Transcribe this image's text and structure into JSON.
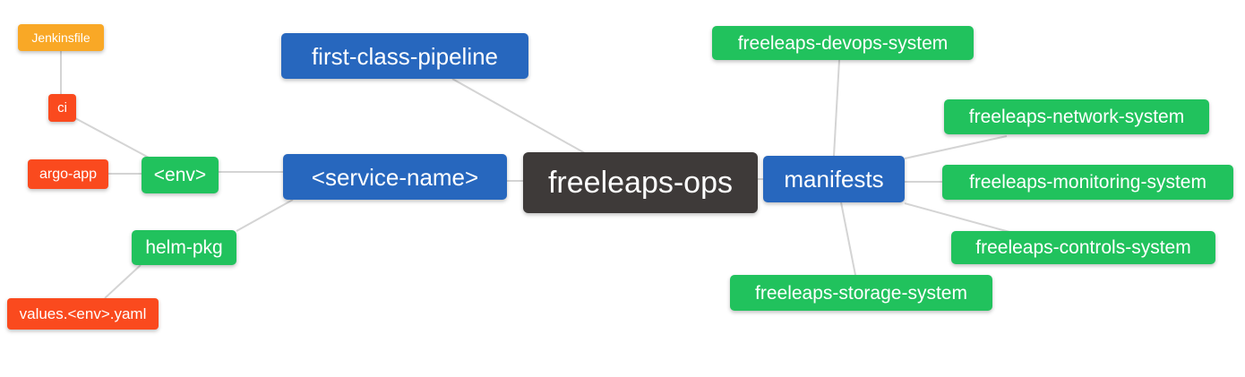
{
  "diagram": {
    "type": "mindmap",
    "root_label": "freeleaps-ops",
    "nodes": [
      {
        "id": "jenkinsfile",
        "label": "Jenkinsfile",
        "color": "#f9a826"
      },
      {
        "id": "ci",
        "label": "ci",
        "color": "#fa4a1e"
      },
      {
        "id": "argo-app",
        "label": "argo-app",
        "color": "#fa4a1e"
      },
      {
        "id": "env",
        "label": "<env>",
        "color": "#21c25d"
      },
      {
        "id": "helm-pkg",
        "label": "helm-pkg",
        "color": "#21c25d"
      },
      {
        "id": "values-env-yaml",
        "label": "values.<env>.yaml",
        "color": "#fa4a1e"
      },
      {
        "id": "first-class-pipeline",
        "label": "first-class-pipeline",
        "color": "#2767be"
      },
      {
        "id": "service-name",
        "label": "<service-name>",
        "color": "#2767be"
      },
      {
        "id": "freeleaps-ops",
        "label": "freeleaps-ops",
        "color": "#3e3a39"
      },
      {
        "id": "manifests",
        "label": "manifests",
        "color": "#2767be"
      },
      {
        "id": "freeleaps-devops-system",
        "label": "freeleaps-devops-system",
        "color": "#21c25d"
      },
      {
        "id": "freeleaps-network-system",
        "label": "freeleaps-network-system",
        "color": "#21c25d"
      },
      {
        "id": "freeleaps-monitoring-system",
        "label": "freeleaps-monitoring-system",
        "color": "#21c25d"
      },
      {
        "id": "freeleaps-controls-system",
        "label": "freeleaps-controls-system",
        "color": "#21c25d"
      },
      {
        "id": "freeleaps-storage-system",
        "label": "freeleaps-storage-system",
        "color": "#21c25d"
      }
    ],
    "edges": [
      {
        "from": "jenkinsfile",
        "to": "ci"
      },
      {
        "from": "ci",
        "to": "env"
      },
      {
        "from": "argo-app",
        "to": "env"
      },
      {
        "from": "env",
        "to": "service-name"
      },
      {
        "from": "service-name",
        "to": "helm-pkg"
      },
      {
        "from": "helm-pkg",
        "to": "values-env-yaml"
      },
      {
        "from": "first-class-pipeline",
        "to": "freeleaps-ops"
      },
      {
        "from": "service-name",
        "to": "freeleaps-ops"
      },
      {
        "from": "freeleaps-ops",
        "to": "manifests"
      },
      {
        "from": "manifests",
        "to": "freeleaps-devops-system"
      },
      {
        "from": "manifests",
        "to": "freeleaps-network-system"
      },
      {
        "from": "manifests",
        "to": "freeleaps-monitoring-system"
      },
      {
        "from": "manifests",
        "to": "freeleaps-controls-system"
      },
      {
        "from": "manifests",
        "to": "freeleaps-storage-system"
      }
    ],
    "palette": {
      "root_dark": "#3e3a39",
      "branch_blue": "#2767be",
      "leaf_green": "#21c25d",
      "leaf_red": "#fa4a1e",
      "leaf_orange": "#f9a826",
      "edge_gray": "#d4d4d4",
      "text": "#ffffff",
      "background": "#ffffff"
    }
  }
}
